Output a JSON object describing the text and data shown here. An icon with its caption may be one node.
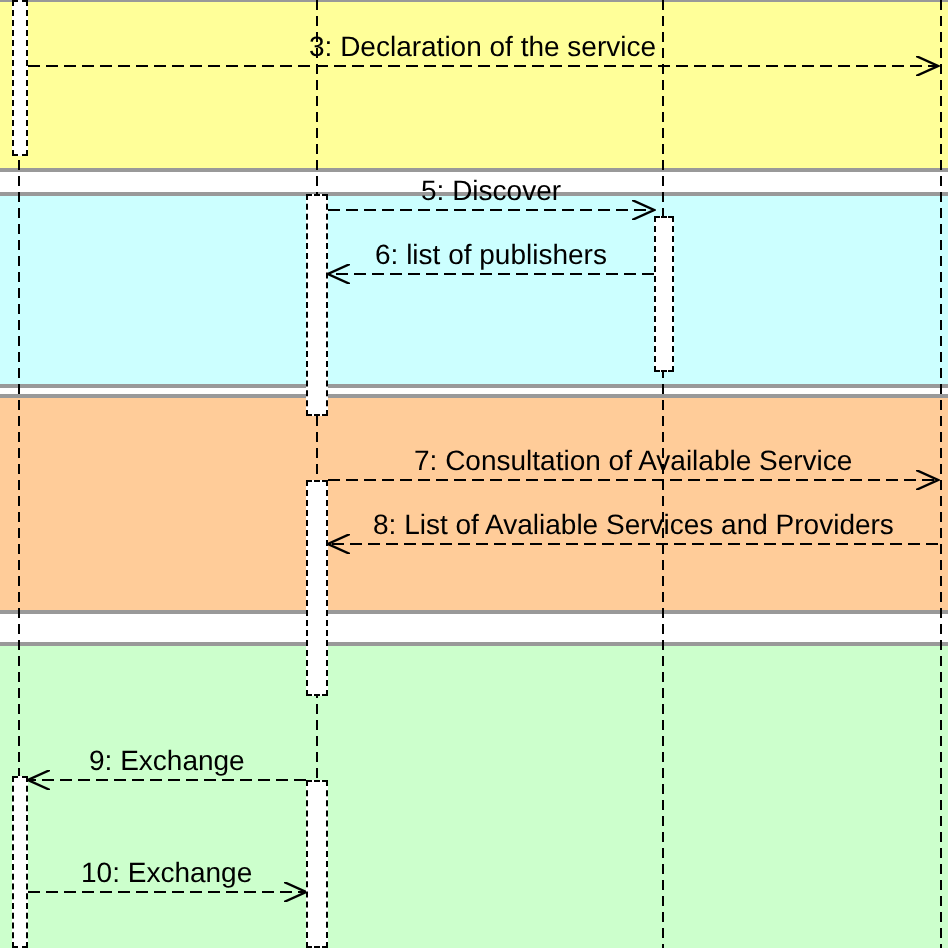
{
  "diagram": {
    "nodes": [
      {
        "text": [],
        "shape": "line"
      },
      {
        "text": [],
        "shape": "line"
      },
      {
        "text": [],
        "shape": "line"
      },
      {
        "text": [],
        "shape": "line"
      },
      {
        "text": [],
        "shape": "bar",
        "in": 0
      },
      {
        "text": [],
        "shape": "bar",
        "in": 1
      },
      {
        "text": [],
        "shape": "bar",
        "in": 2
      },
      {
        "text": [],
        "shape": "bar",
        "in": 1
      },
      {
        "text": [],
        "shape": "bar",
        "in": 0
      },
      {
        "text": [],
        "shape": "bar",
        "in": 1
      }
    ],
    "edges": [
      {
        "from": 4,
        "to": 3,
        "arrow": "to",
        "style": "dashed",
        "label": "3: Declaration of  the service"
      },
      {
        "from": 5,
        "to": 6,
        "arrow": "to",
        "style": "dashed",
        "label": "5: Discover"
      },
      {
        "from": 6,
        "to": 5,
        "arrow": "to",
        "style": "dashed",
        "label": "6: list of publishers"
      },
      {
        "from": 7,
        "to": 3,
        "arrow": "to",
        "style": "dashed",
        "label": "7: Consultation of Available Service"
      },
      {
        "from": 3,
        "to": 7,
        "arrow": "to",
        "style": "dashed",
        "label": "8: List of Avaliable Services and Providers"
      },
      {
        "from": 9,
        "to": 8,
        "arrow": "to",
        "style": "dashed",
        "label": "9: Exchange"
      },
      {
        "from": 8,
        "to": 9,
        "arrow": "to",
        "style": "dashed",
        "label": "10: Exchange"
      }
    ]
  }
}
